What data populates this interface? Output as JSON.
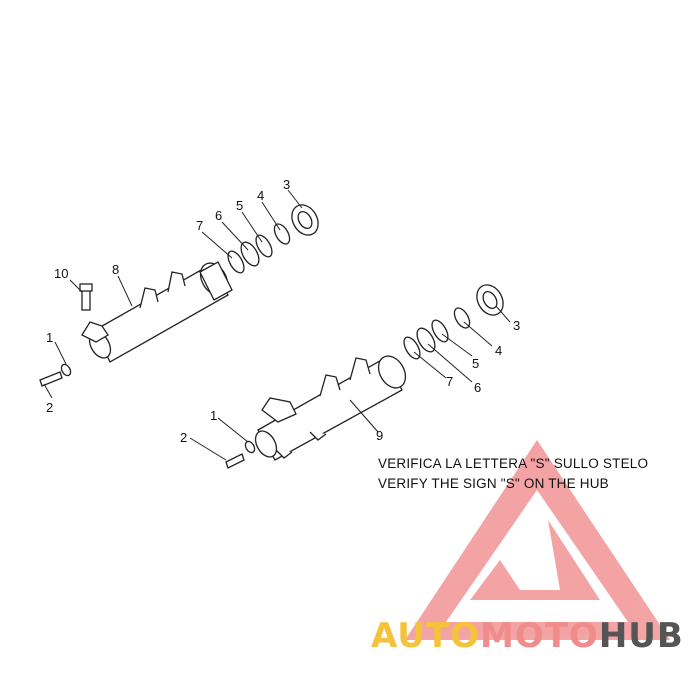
{
  "callouts": {
    "c1a": "1",
    "c2a": "2",
    "c10": "10",
    "c8": "8",
    "c7a": "7",
    "c6a": "6",
    "c5a": "5",
    "c4a": "4",
    "c3a": "3",
    "c3b": "3",
    "c4b": "4",
    "c5b": "5",
    "c6b": "6",
    "c7b": "7",
    "c9": "9",
    "c1b": "1",
    "c2b": "2"
  },
  "note": {
    "line_it": "VERIFICA LA LETTERA \"S\" SULLO STELO",
    "line_en": "VERIFY THE SIGN \"S\" ON THE HUB"
  },
  "watermark": {
    "part1": "AUTO",
    "part2": "MOTO",
    "part3": "HUB",
    "color1": "#f5c23a",
    "color2": "#f08c8c",
    "color3": "#555555"
  }
}
